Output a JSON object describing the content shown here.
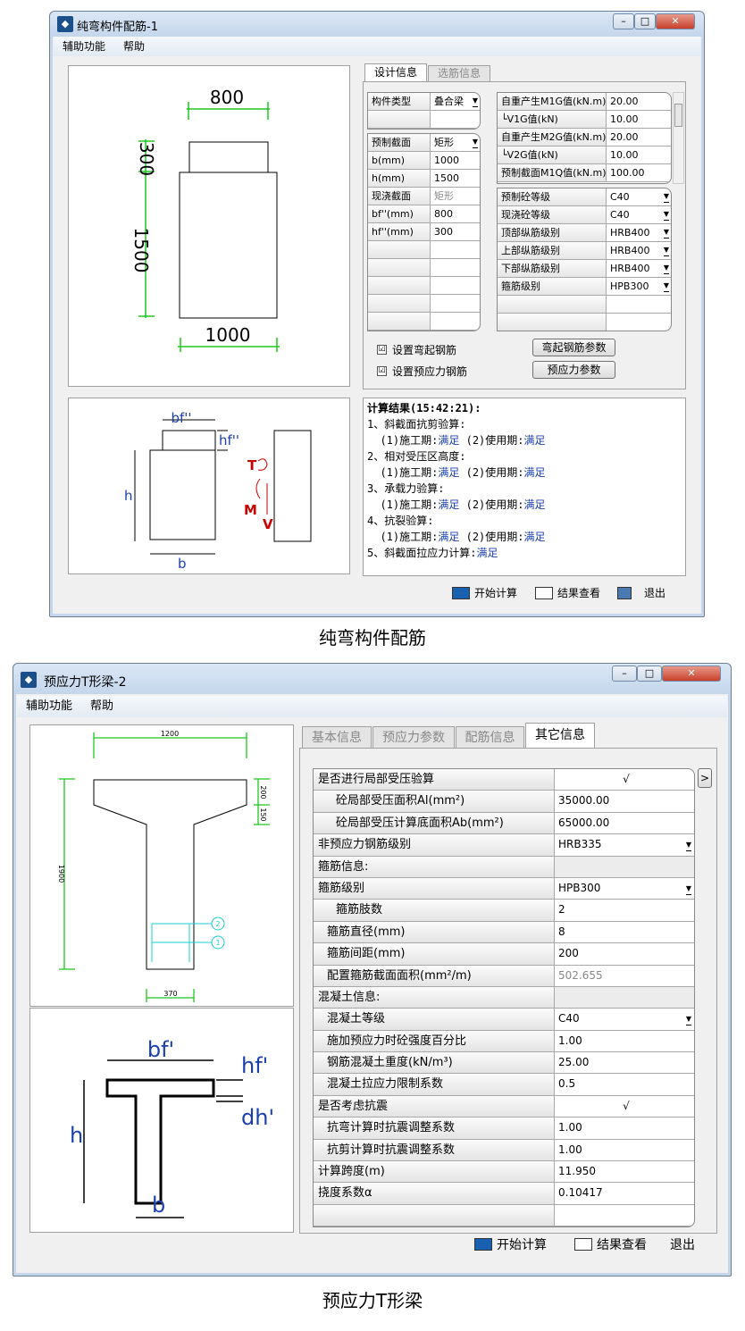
{
  "win1": {
    "title": "纯弯构件配筋-1",
    "menu": [
      "辅助功能",
      "帮助"
    ],
    "drawing": {
      "top_width": "800",
      "top_height": "300",
      "height": "1500",
      "width": "1000"
    },
    "schematic": {
      "bf": "bf''",
      "hf": "hf''",
      "h": "h",
      "b": "b",
      "T": "T",
      "M": "M",
      "V": "V"
    },
    "tabs": [
      "设计信息",
      "选筋信息"
    ],
    "left_table": [
      {
        "k": "构件类型",
        "v": "叠合梁",
        "dd": true
      },
      {
        "k": "",
        "v": ""
      }
    ],
    "left_table2": [
      {
        "k": "预制截面",
        "v": "矩形",
        "dd": true
      },
      {
        "k": "b(mm)",
        "v": "1000"
      },
      {
        "k": "h(mm)",
        "v": "1500"
      },
      {
        "k": "现浇截面",
        "v": "矩形",
        "gray": true
      },
      {
        "k": "bf''(mm)",
        "v": "800"
      },
      {
        "k": "hf''(mm)",
        "v": "300"
      },
      {
        "k": "",
        "v": ""
      },
      {
        "k": "",
        "v": ""
      },
      {
        "k": "",
        "v": ""
      },
      {
        "k": "",
        "v": ""
      },
      {
        "k": "",
        "v": ""
      }
    ],
    "right_table": [
      {
        "k": "自重产生M1G值(kN.m)",
        "v": "20.00"
      },
      {
        "k": "└V1G值(kN)",
        "v": "10.00"
      },
      {
        "k": "自重产生M2G值(kN.m)",
        "v": "20.00"
      },
      {
        "k": "└V2G值(kN)",
        "v": "10.00"
      },
      {
        "k": "预制截面M1Q值(kN.m)",
        "v": "100.00"
      }
    ],
    "right_table2": [
      {
        "k": "预制砼等级",
        "v": "C40",
        "dd": true
      },
      {
        "k": "现浇砼等级",
        "v": "C40",
        "dd": true
      },
      {
        "k": "顶部纵筋级别",
        "v": "HRB400",
        "dd": true
      },
      {
        "k": "上部纵筋级别",
        "v": "HRB400",
        "dd": true
      },
      {
        "k": "下部纵筋级别",
        "v": "HRB400",
        "dd": true
      },
      {
        "k": "箍筋级别",
        "v": "HPB300",
        "dd": true
      },
      {
        "k": "",
        "v": ""
      },
      {
        "k": "",
        "v": ""
      }
    ],
    "checkboxes": [
      {
        "label": "设置弯起钢筋",
        "checked": "☑"
      },
      {
        "label": "设置预应力钢筋",
        "checked": "☑"
      }
    ],
    "buttons": {
      "bent": "弯起钢筋参数",
      "prestress": "预应力参数"
    },
    "results": {
      "header": "计算结果(15:42:21):",
      "l1": "1、斜截面抗剪验算:",
      "l3": "2、相对受压区高度:",
      "l5": "3、承载力验算:",
      "l7": "4、抗裂验算:",
      "phase1": "(1)施工期:",
      "phase2": "(2)使用期:",
      "ok": "满足",
      "l9": "5、斜截面拉应力计算:"
    },
    "toolbar": {
      "calc": "开始计算",
      "view": "结果查看",
      "exit": "退出"
    },
    "caption": "纯弯构件配筋"
  },
  "win2": {
    "title": "预应力T形梁-2",
    "menu": [
      "辅助功能",
      "帮助"
    ],
    "drawing": {
      "width": "1200",
      "flange": "200",
      "haunch": "150",
      "height": "1900",
      "web": "370",
      "tag1": "1",
      "tag2": "2"
    },
    "schematic": {
      "bf": "bf'",
      "hf": "hf'",
      "dh": "dh'",
      "h": "h",
      "b": "b"
    },
    "tabs": [
      "基本信息",
      "预应力参数",
      "配筋信息",
      "其它信息"
    ],
    "rows": [
      {
        "k": "是否进行局部受压验算",
        "v": "√",
        "c": true,
        "i": 0
      },
      {
        "k": "砼局部受压面积Al(mm²)",
        "v": "35000.00",
        "i": 2
      },
      {
        "k": "砼局部受压计算底面积Ab(mm²)",
        "v": "65000.00",
        "i": 2
      },
      {
        "k": "非预应力钢筋级别",
        "v": "HRB335",
        "dd": true,
        "i": 0
      },
      {
        "k": "箍筋信息:",
        "v": "",
        "i": 0,
        "sec": true
      },
      {
        "k": "箍筋级别",
        "v": "HPB300",
        "dd": true,
        "i": 0
      },
      {
        "k": "箍筋肢数",
        "v": "2",
        "i": 2
      },
      {
        "k": "箍筋直径(mm)",
        "v": "8",
        "i": 1
      },
      {
        "k": "箍筋间距(mm)",
        "v": "200",
        "i": 1
      },
      {
        "k": "配置箍筋截面面积(mm²/m)",
        "v": "502.655",
        "i": 1,
        "gray": true
      },
      {
        "k": "混凝土信息:",
        "v": "",
        "i": 0,
        "sec": true
      },
      {
        "k": "混凝土等级",
        "v": "C40",
        "dd": true,
        "i": 1
      },
      {
        "k": "施加预应力时砼强度百分比",
        "v": "1.00",
        "i": 1
      },
      {
        "k": "钢筋混凝土重度(kN/m³)",
        "v": "25.00",
        "i": 1
      },
      {
        "k": "混凝土拉应力限制系数",
        "v": "0.5",
        "i": 1
      },
      {
        "k": "是否考虑抗震",
        "v": "√",
        "c": true,
        "i": 0
      },
      {
        "k": "抗弯计算时抗震调整系数",
        "v": "1.00",
        "i": 1
      },
      {
        "k": "抗剪计算时抗震调整系数",
        "v": "1.00",
        "i": 1
      },
      {
        "k": "计算跨度(m)",
        "v": "11.950",
        "i": 0
      },
      {
        "k": "挠度系数α",
        "v": "0.10417",
        "i": 0
      },
      {
        "k": "",
        "v": "",
        "i": 0
      }
    ],
    "toolbar": {
      "calc": "开始计算",
      "view": "结果查看",
      "exit": "退出"
    },
    "caption": "预应力T形梁"
  }
}
